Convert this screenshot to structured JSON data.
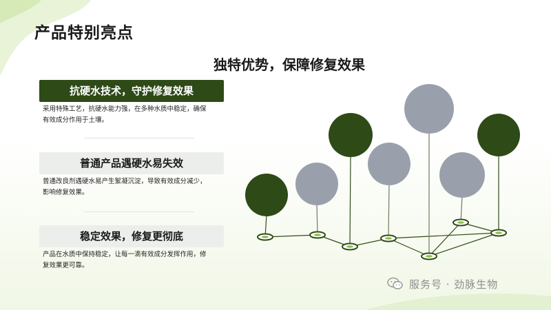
{
  "slide": {
    "title": "产品特别亮点",
    "subtitle": "独特优势，保障修复效果"
  },
  "sections": [
    {
      "heading": "抗硬水技术，守护修复效果",
      "body_lines": [
        "采用特殊工艺，抗硬水能力强，在多种水质中稳定，确保",
        "有效成分作用于土壤。"
      ],
      "style": "dark"
    },
    {
      "heading": "普通产品遇硬水易失效",
      "body_lines": [
        "普通改良剂遇硬水易产生絮凝沉淀，导致有效成分减少，",
        "影响修复效果。"
      ],
      "style": "light"
    },
    {
      "heading": "稳定效果，修复更彻底",
      "body_lines": [
        "产品在水质中保持稳定，让每一滴有效成分发挥作用，修",
        "复效果更可靠。"
      ],
      "style": "light"
    }
  ],
  "watermark": {
    "text": "服务号 · 劲脉生物",
    "icon": "wechat-icon"
  },
  "colors": {
    "dark_green": "#2e4a17",
    "gray_circle": "#9aa0ab",
    "light_heading_bg": "#eceeec",
    "accent_green": "#8cc04a"
  }
}
